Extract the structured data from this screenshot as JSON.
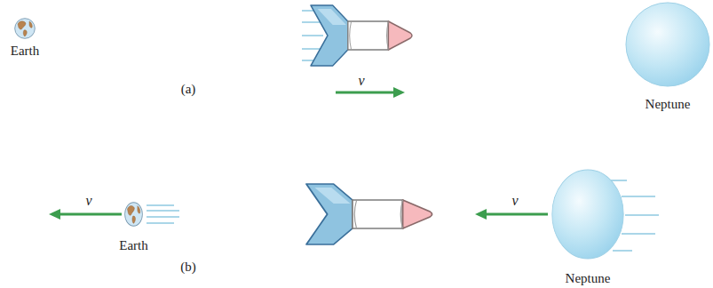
{
  "diagram": {
    "nodes": [
      {
        "text": [
          "Earth"
        ]
      },
      {
        "text": [
          "Neptune"
        ]
      },
      {
        "text": [
          "Earth"
        ]
      },
      {
        "text": [
          "Neptune"
        ]
      }
    ],
    "labels": [
      "v",
      "(a)",
      "v",
      "v",
      "(b)"
    ]
  }
}
